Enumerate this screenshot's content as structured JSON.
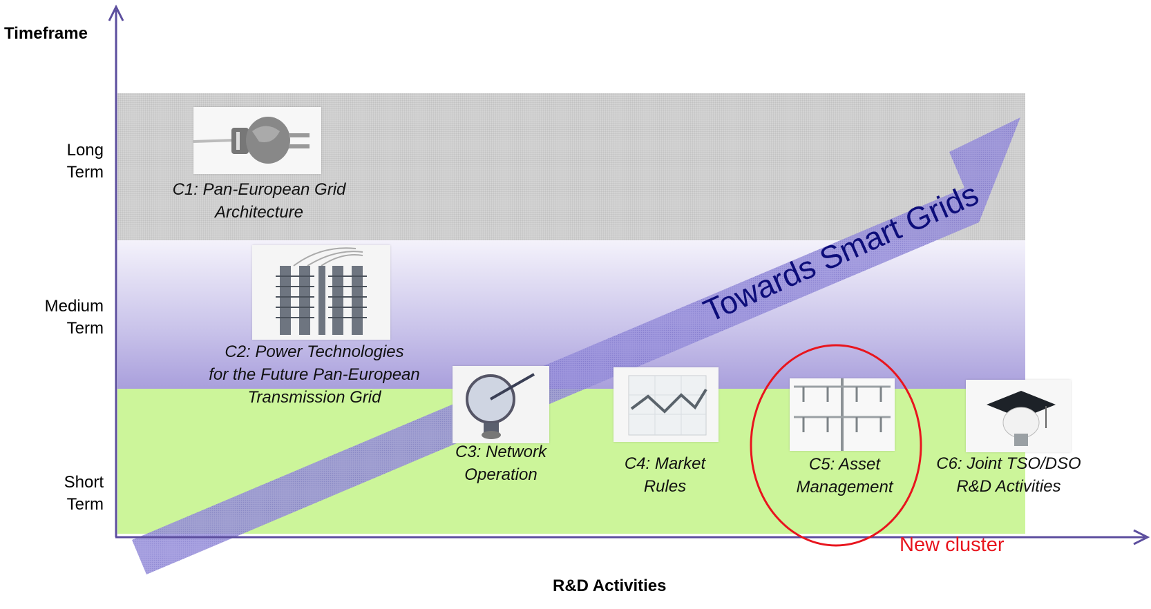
{
  "axes": {
    "y_title": "Timeframe",
    "x_title": "R&D Activities"
  },
  "timeframes": {
    "long": [
      "Long",
      "Term"
    ],
    "medium": [
      "Medium",
      "Term"
    ],
    "short": [
      "Short",
      "Term"
    ]
  },
  "arrow_label": "Towards Smart Grids",
  "clusters": [
    {
      "lines": [
        "C1: Pan-European Grid",
        "Architecture"
      ],
      "icon": "plug-icon"
    },
    {
      "lines": [
        "C2: Power Technologies",
        "for the Future Pan-European",
        "Transmission Grid"
      ],
      "icon": "insulators-icon"
    },
    {
      "lines": [
        "C3: Network",
        "Operation"
      ],
      "icon": "gauge-icon"
    },
    {
      "lines": [
        "C4: Market",
        "Rules"
      ],
      "icon": "market-chart-icon"
    },
    {
      "lines": [
        "C5: Asset",
        "Management"
      ],
      "icon": "pylon-icon"
    },
    {
      "lines": [
        "C6: Joint TSO/DSO",
        "R&D Activities"
      ],
      "icon": "graduate-bulb-icon"
    }
  ],
  "highlight": {
    "label": "New cluster",
    "color": "#e8151e"
  },
  "colors": {
    "axis": "#5c4e9e",
    "arrow": "#8a82d6",
    "band_long": "#d4d4d4",
    "band_medium": "#b9b1e2",
    "band_short": "#ccf59a"
  }
}
